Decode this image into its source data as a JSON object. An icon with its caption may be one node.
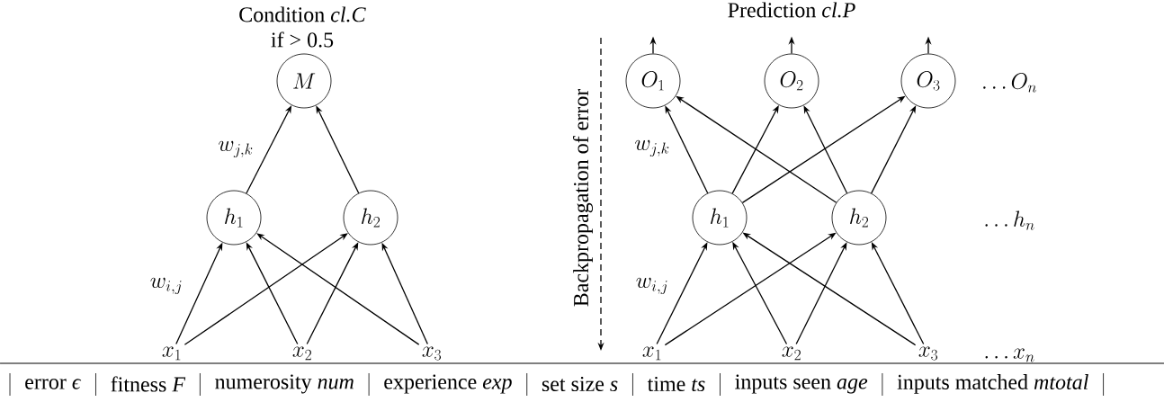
{
  "diagram": {
    "nodes": [
      {
        "text": [
          "M"
        ]
      },
      {
        "text": [
          "h_1"
        ]
      },
      {
        "text": [
          "h_2"
        ]
      },
      {
        "text": [
          "x_1"
        ]
      },
      {
        "text": [
          "x_2"
        ]
      },
      {
        "text": [
          "x_3"
        ]
      },
      {
        "text": [
          "O_1"
        ]
      },
      {
        "text": [
          "O_2"
        ]
      },
      {
        "text": [
          "O_3"
        ]
      },
      {
        "text": [
          "h_1"
        ]
      },
      {
        "text": [
          "h_2"
        ]
      },
      {
        "text": [
          "x_1"
        ]
      },
      {
        "text": [
          "x_2"
        ]
      },
      {
        "text": [
          "x_3"
        ]
      }
    ],
    "edges": [
      {
        "from": 1,
        "to": 0,
        "arrow": "to"
      },
      {
        "from": 2,
        "to": 0,
        "arrow": "to"
      },
      {
        "from": 3,
        "to": 1,
        "arrow": "to"
      },
      {
        "from": 3,
        "to": 2,
        "arrow": "to"
      },
      {
        "from": 4,
        "to": 1,
        "arrow": "to"
      },
      {
        "from": 4,
        "to": 2,
        "arrow": "to"
      },
      {
        "from": 5,
        "to": 1,
        "arrow": "to"
      },
      {
        "from": 5,
        "to": 2,
        "arrow": "to"
      },
      {
        "from": 9,
        "to": 6,
        "arrow": "to"
      },
      {
        "from": 9,
        "to": 7,
        "arrow": "to"
      },
      {
        "from": 9,
        "to": 8,
        "arrow": "to"
      },
      {
        "from": 10,
        "to": 6,
        "arrow": "to"
      },
      {
        "from": 10,
        "to": 7,
        "arrow": "to"
      },
      {
        "from": 10,
        "to": 8,
        "arrow": "to"
      },
      {
        "from": 11,
        "to": 9,
        "arrow": "to"
      },
      {
        "from": 11,
        "to": 10,
        "arrow": "to"
      },
      {
        "from": 12,
        "to": 9,
        "arrow": "to"
      },
      {
        "from": 12,
        "to": 10,
        "arrow": "to"
      },
      {
        "from": 13,
        "to": 9,
        "arrow": "to"
      },
      {
        "from": 13,
        "to": 10,
        "arrow": "to"
      },
      {
        "from": 6,
        "to": null,
        "arrow": "to"
      },
      {
        "from": 7,
        "to": null,
        "arrow": "to"
      },
      {
        "from": 8,
        "to": null,
        "arrow": "to"
      }
    ],
    "labels": [
      "Condition *cl.C*",
      "if > 0.5",
      "Prediction *cl.P*",
      "Backpropagation of error",
      "w_{j,k}",
      "w_{i,j}",
      "w_{j,k}",
      "w_{i,j}",
      "\\ldots O_n",
      "\\ldots h_n",
      "\\ldots x_n",
      "error *ϵ*",
      "fitness *F*",
      "numerosity *num*",
      "experience *exp*",
      "set size *s*",
      "time *ts*",
      "inputs seen *age*",
      "inputs matched *mtotal*"
    ]
  }
}
